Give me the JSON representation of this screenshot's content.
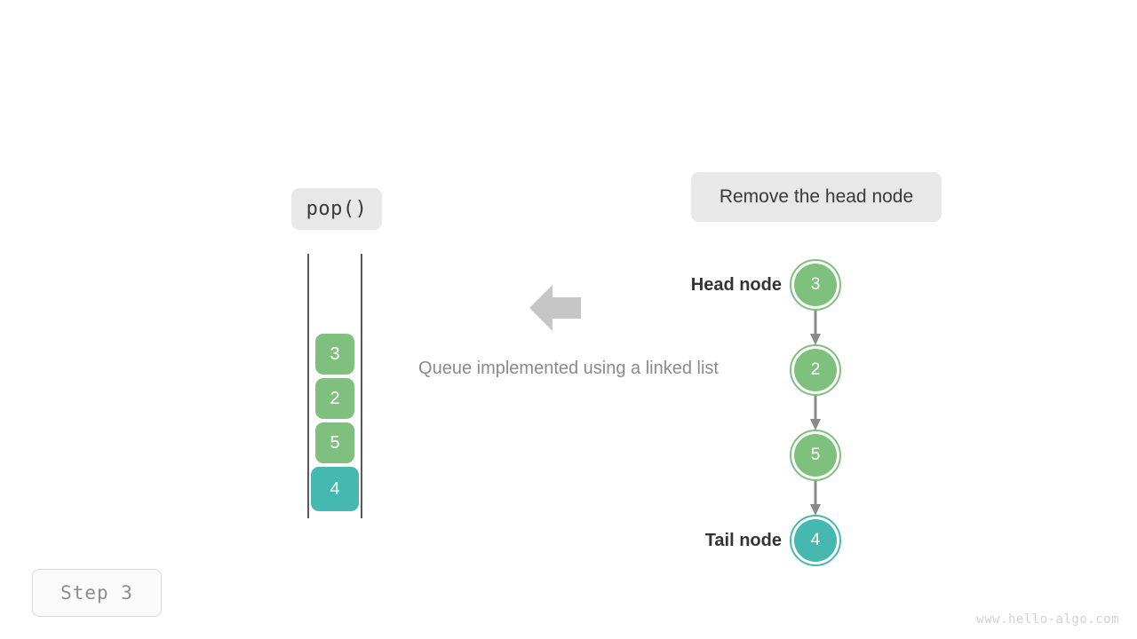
{
  "figure": {
    "operation_label": "pop()",
    "action_label": "Remove the head node",
    "caption": "Queue implemented using a linked list",
    "step_label": "Step  3",
    "watermark": "www.hello-algo.com"
  },
  "colors": {
    "green": "#7fc07f",
    "teal": "#45b8b0",
    "chip_bg": "#e8e8e8",
    "rail": "#5a5a5a",
    "arrow_gray": "#c6c6c6",
    "link_gray": "#8a8a8a",
    "caption_gray": "#8a8a8a",
    "step_gray": "#8d8d8d",
    "watermark_gray": "#d2d2d2"
  },
  "queue_array": {
    "cells": [
      {
        "value": "3",
        "color": "green"
      },
      {
        "value": "2",
        "color": "green"
      },
      {
        "value": "5",
        "color": "green"
      },
      {
        "value": "4",
        "color": "teal"
      }
    ]
  },
  "linked_list": {
    "head_label": "Head node",
    "tail_label": "Tail node",
    "nodes": [
      {
        "value": "3",
        "color": "green"
      },
      {
        "value": "2",
        "color": "green"
      },
      {
        "value": "5",
        "color": "green"
      },
      {
        "value": "4",
        "color": "teal"
      }
    ]
  },
  "icons": {
    "block_arrow": "arrow-left-icon",
    "link_arrow": "arrow-down-icon"
  }
}
